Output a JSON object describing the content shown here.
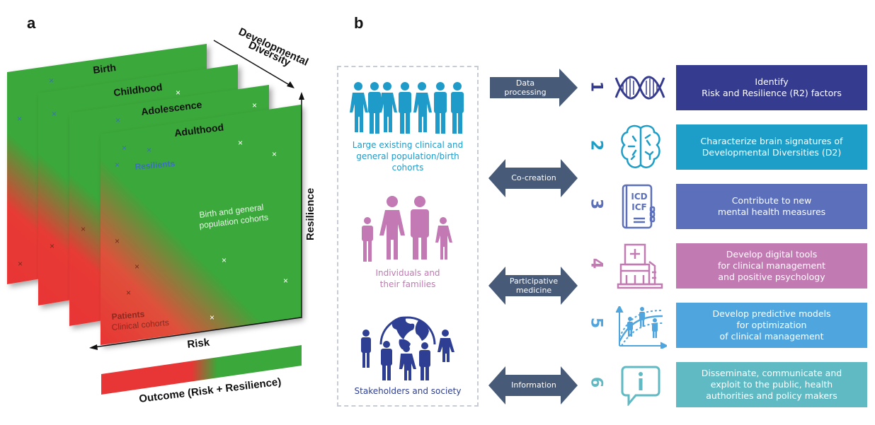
{
  "panel_a": {
    "label": "a",
    "sheets": [
      "Birth",
      "Childhood",
      "Adolescence",
      "Adulthood"
    ],
    "axes": {
      "developmental_diversity": [
        "Developmental",
        "Diversity"
      ],
      "resilience": "Resilience",
      "risk": "Risk"
    },
    "annotations": {
      "resilients": "Resilients",
      "general_cohorts": [
        "Birth and general",
        "population cohorts"
      ],
      "patients": "Patients",
      "clinical_cohorts": "Clinical cohorts"
    },
    "outcome_bar_label": "Outcome (Risk + Resilience)",
    "mark_glyph": "×",
    "colors": {
      "green": "#3aa83a",
      "red": "#e83535",
      "blue_mark": "#3a6fc0",
      "white_mark": "#ffffff",
      "dark_mark": "#7a2a1a"
    }
  },
  "panel_b": {
    "label": "b",
    "cohorts": [
      {
        "icon": "crowd-icon",
        "caption": [
          "Large existing clinical and",
          "general population/birth",
          "cohorts"
        ],
        "color": "#1f9bc9"
      },
      {
        "icon": "family-icon",
        "caption": [
          "Individuals and",
          "their families"
        ],
        "color": "#c279b4"
      },
      {
        "icon": "globe-people-icon",
        "caption": [
          "Stakeholders and society"
        ],
        "color": "#2e3f93"
      }
    ],
    "arrows": [
      {
        "label": [
          "Data",
          "processing"
        ],
        "direction": "right"
      },
      {
        "label": [
          "Co-creation"
        ],
        "direction": "both"
      },
      {
        "label": [
          "Participative",
          "medicine"
        ],
        "direction": "both"
      },
      {
        "label": [
          "Information"
        ],
        "direction": "both"
      }
    ],
    "arrow_color": "#475a78",
    "objectives": [
      {
        "number": "1",
        "icon": "dna-icon",
        "text": "Identify\nRisk and Resilience (R2) factors",
        "color": "#353b8e"
      },
      {
        "number": "2",
        "icon": "brain-icon",
        "text": "Characterize brain signatures of\nDevelopmental Diversities (D2)",
        "color": "#1c9ec9"
      },
      {
        "number": "3",
        "icon": "icd-icf-book-icon",
        "icon_text": [
          "ICD",
          "ICF"
        ],
        "text": "Contribute to new\nmental health measures",
        "color": "#5b6fba"
      },
      {
        "number": "4",
        "icon": "hospital-icon",
        "text": "Develop digital tools\nfor clinical management\nand positive psychology",
        "color": "#c27ab2"
      },
      {
        "number": "5",
        "icon": "predictive-chart-icon",
        "text": "Develop predictive models\nfor optimization\nof clinical management",
        "color": "#4fa6de"
      },
      {
        "number": "6",
        "icon": "info-speech-bubble-icon",
        "text": "Disseminate, communicate and\nexploit to the public, health\nauthorities and policy makers",
        "color": "#5fbac4"
      }
    ]
  }
}
